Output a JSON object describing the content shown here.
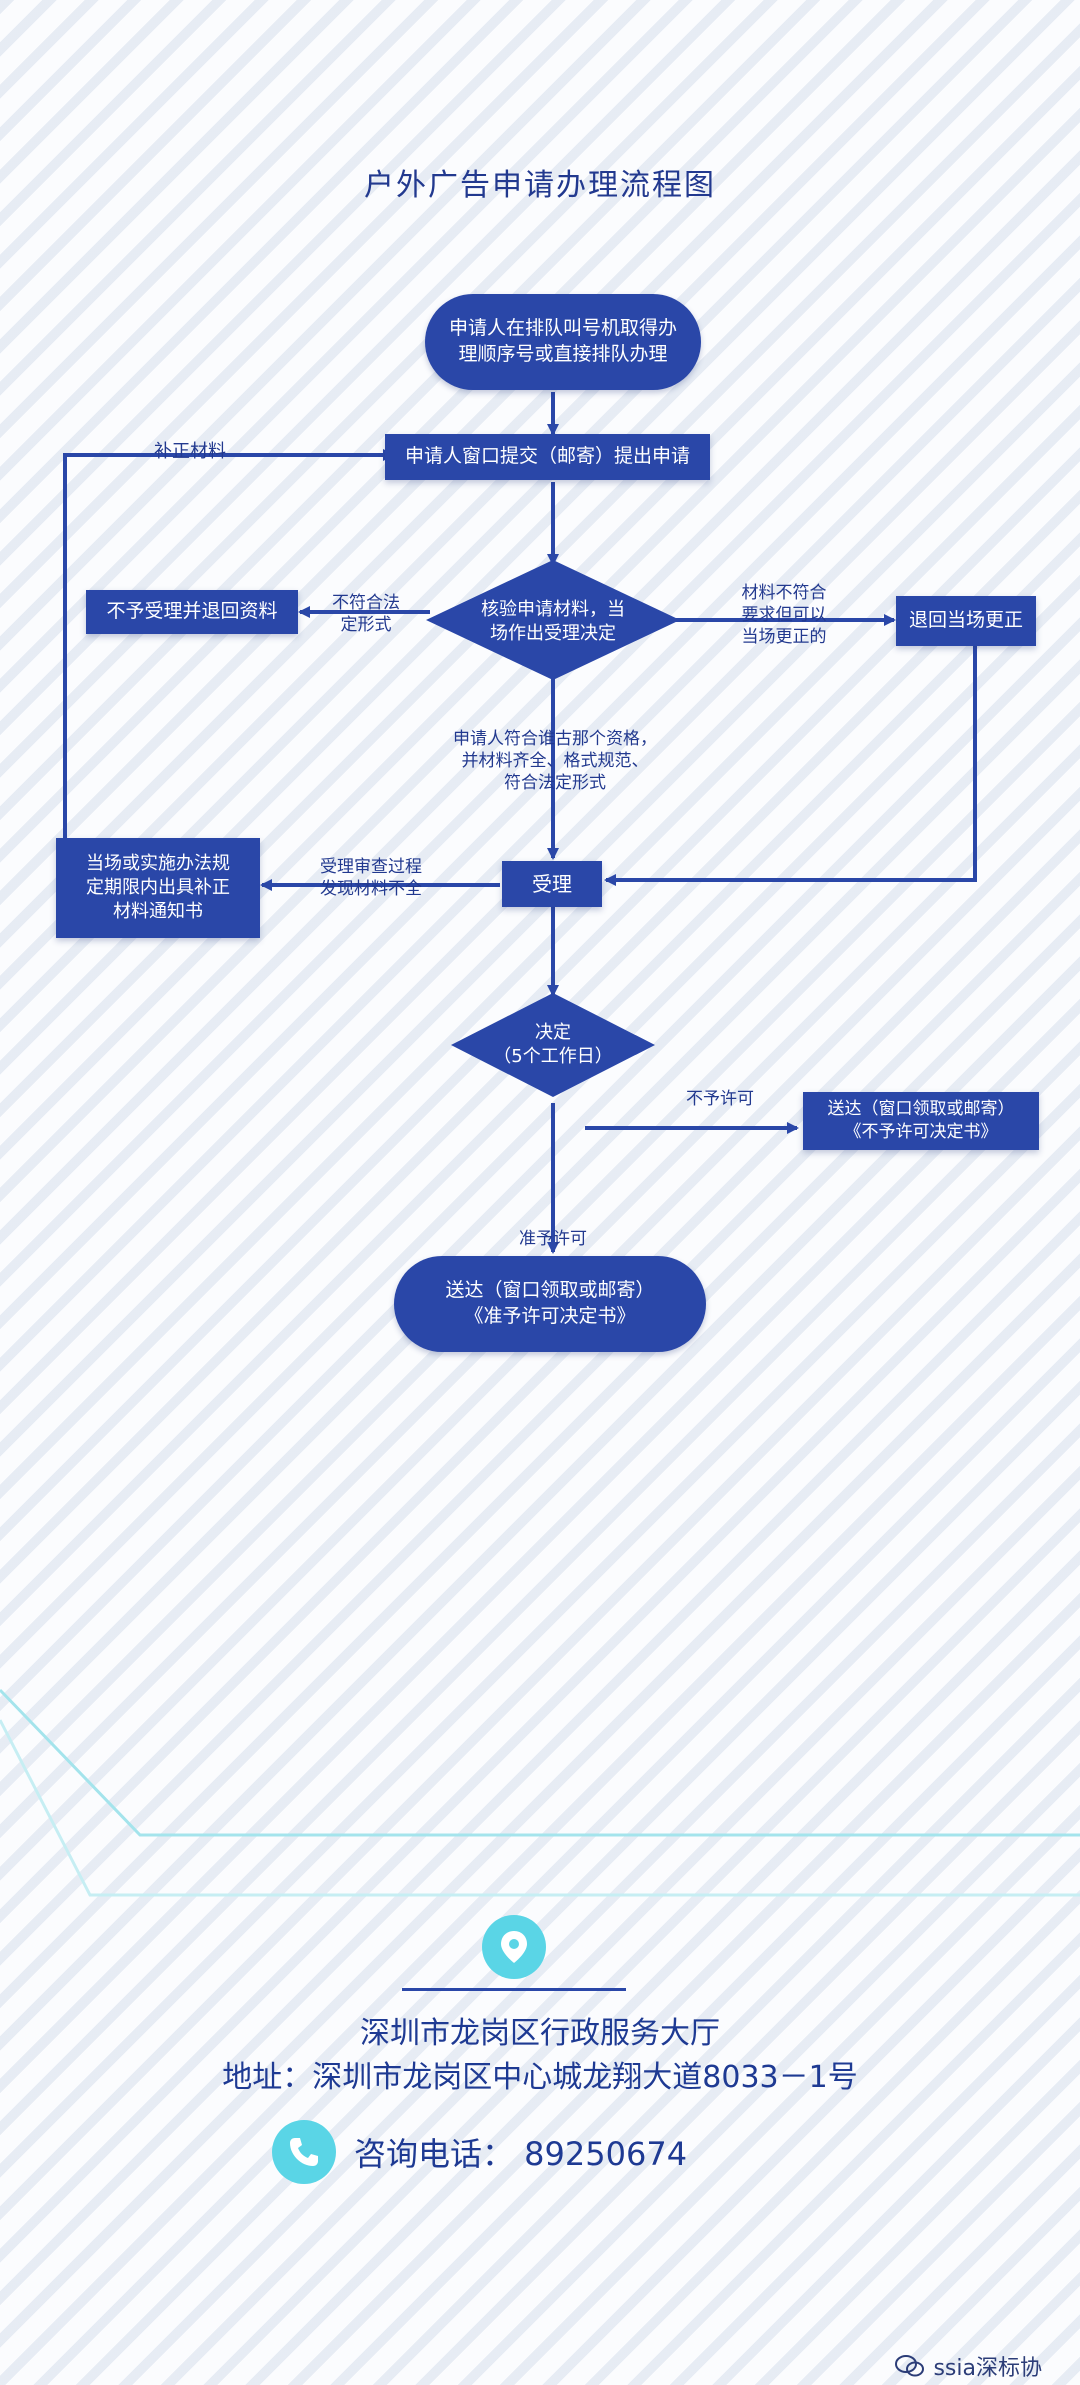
{
  "title": "户外广告申请办理流程图",
  "nodes": {
    "start": "申请人在排队叫号机取得办\n理顺序号或直接排队办理",
    "submit": "申请人窗口提交（邮寄）提出申请",
    "verify": "核验申请材料，当\n场作出受理决定",
    "reject_return": "不予受理并退回资料",
    "return_correct": "退回当场更正",
    "supplement_notice": "当场或实施办法规\n定期限内出具补正\n材料通知书",
    "accept": "受理",
    "decide": "决定\n（5个工作日）",
    "deny_deliver": "送达（窗口领取或邮寄）\n《不予许可决定书》",
    "approve_deliver": "送达（窗口领取或邮寄）\n《准予许可决定书》"
  },
  "labels": {
    "supplement": "补正材料",
    "not_legal_form": "不符合法\n定形式",
    "correctable": "材料不符合\n要求但可以\n当场更正的",
    "qualified": "申请人符合谁古那个资格，\n并材料齐全、格式规范、\n符合法定形式",
    "incomplete": "受理审查过程\n发现材料不全",
    "deny": "不予许可",
    "approve": "准予许可"
  },
  "footer": {
    "hall": "深圳市龙岗区行政服务大厅",
    "address": "地址：深圳市龙岗区中心城龙翔大道8033－1号",
    "phone": "咨询电话：  89250674",
    "watermark": "ssia深标协"
  },
  "colors": {
    "node_fill": "#2a47a8",
    "text": "#22398f",
    "accent_cyan": "#5ad5e6"
  },
  "icons": [
    "location-pin-icon",
    "phone-icon",
    "wechat-icon"
  ]
}
